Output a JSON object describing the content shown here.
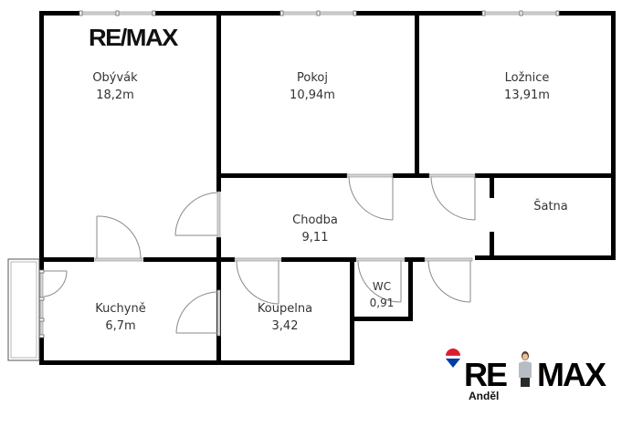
{
  "brand": {
    "top_logo": "RE/MAX",
    "bottom_logo_left": "RE",
    "bottom_logo_right": "MAX",
    "bottom_logo_sub": "Anděl",
    "balloon_colors": [
      "#dc1c2e",
      "#ffffff",
      "#003da5"
    ]
  },
  "rooms": [
    {
      "id": "obyvak",
      "name": "Obývák",
      "area": "18,2m"
    },
    {
      "id": "pokoj",
      "name": "Pokoj",
      "area": "10,94m"
    },
    {
      "id": "loznice",
      "name": "Ložnice",
      "area": "13,91m"
    },
    {
      "id": "chodba",
      "name": "Chodba",
      "area": "9,11"
    },
    {
      "id": "satna",
      "name": "Šatna",
      "area": ""
    },
    {
      "id": "kuchyne",
      "name": "Kuchyně",
      "area": "6,7m"
    },
    {
      "id": "koupelna",
      "name": "Koupelna",
      "area": "3,42"
    },
    {
      "id": "wc",
      "name": "WC",
      "area": "0,91"
    }
  ],
  "colors": {
    "wall": "#000000",
    "window": "#d6d6d6",
    "door": "#8a8a8a",
    "text": "#333333"
  }
}
